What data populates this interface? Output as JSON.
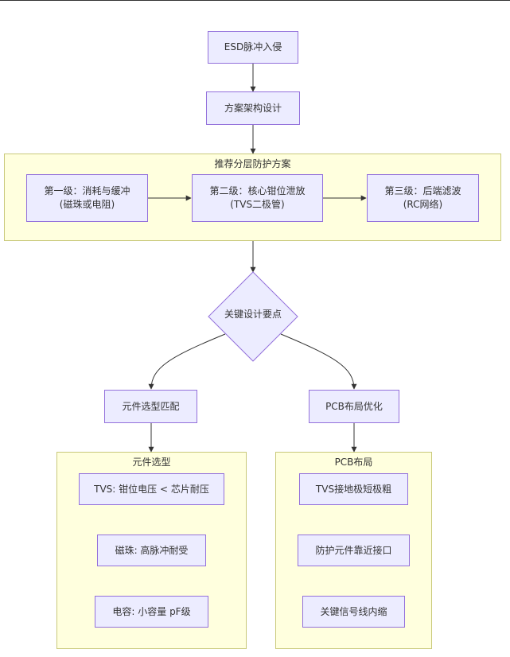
{
  "nodes": {
    "esd": "ESD脉冲入侵",
    "arch": "方案架构设计",
    "stage1": [
      "第一级：消耗与缓冲",
      "(磁珠或电阻)"
    ],
    "stage2": [
      "第二级：核心钳位泄放",
      "(TVS二极管)"
    ],
    "stage3": [
      "第三级：后端滤波",
      "(RC网络)"
    ],
    "key": "关键设计要点",
    "comp": "元件选型匹配",
    "pcb": "PCB布局优化",
    "tvs_sel": "TVS: 钳位电压 < 芯片耐压",
    "bead_sel": "磁珠: 高脉冲耐受",
    "cap_sel": "电容: 小容量 pF级",
    "tvs_gnd": "TVS接地极短极粗",
    "near_port": "防护元件靠近接口",
    "shrink": "关键信号线内缩"
  },
  "clusters": {
    "layered": "推荐分层防护方案",
    "comp": "元件选型",
    "pcb": "PCB布局"
  },
  "colors": {
    "node_fill": "#ececff",
    "node_border": "#9370db",
    "cluster_fill": "#ffffde",
    "cluster_border": "#c9c97a",
    "edge": "#333333"
  }
}
